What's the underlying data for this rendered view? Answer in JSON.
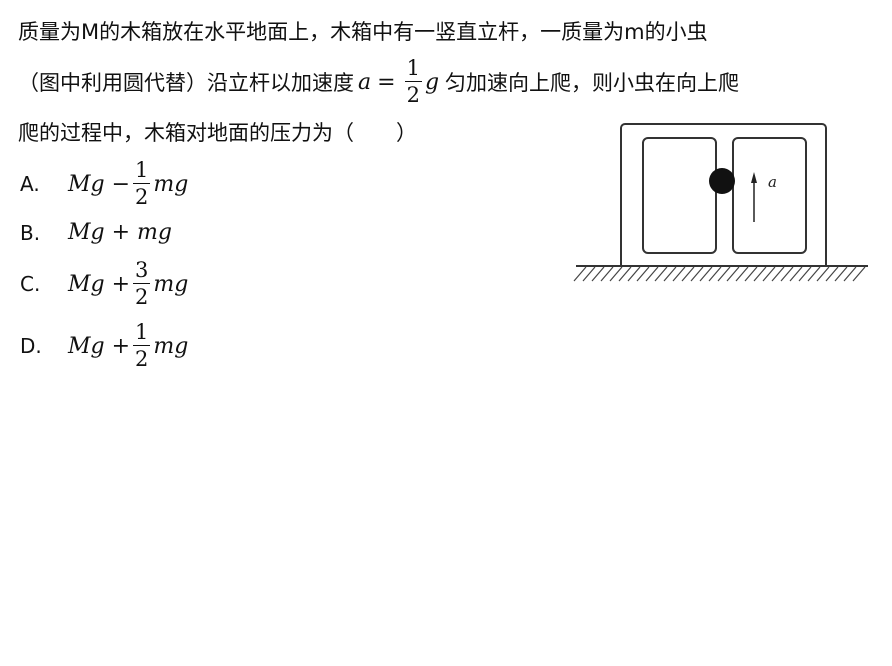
{
  "question": {
    "line1": "质量为M的木箱放在水平地面上，木箱中有一竖直立杆，一质量为m的小虫",
    "line2_pre": "（图中利用圆代替）沿立杆以加速度",
    "accel_var": "a",
    "equals": "=",
    "frac_num": "1",
    "frac_den": "2",
    "g": "g",
    "line2_post": "匀加速向上爬，则小虫在向上爬",
    "line3": "爬的过程中，木箱对地面的压力为（　　）"
  },
  "options": [
    {
      "label": "A.",
      "pre": "Mg −",
      "num": "1",
      "den": "2",
      "post": "mg"
    },
    {
      "label": "B.",
      "pre": "Mg + mg"
    },
    {
      "label": "C.",
      "pre": "Mg +",
      "num": "3",
      "den": "2",
      "post": "mg"
    },
    {
      "label": "D.",
      "pre": "Mg +",
      "num": "1",
      "den": "2",
      "post": "mg"
    }
  ],
  "figure": {
    "arrow_label": "a"
  }
}
